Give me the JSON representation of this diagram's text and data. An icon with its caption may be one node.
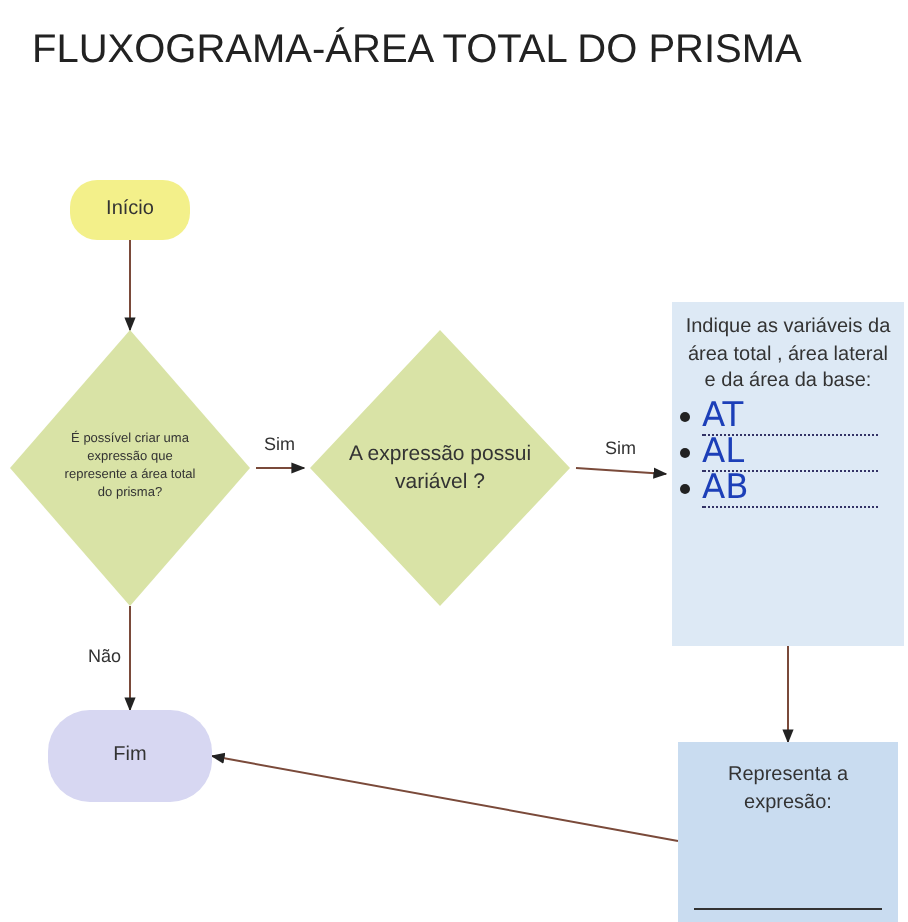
{
  "diagram": {
    "title": "FLUXOGRAMA-ÁREA TOTAL DO PRISMA",
    "nodes": [
      {
        "text": [
          "Início"
        ]
      },
      {
        "text": [
          "É possível criar uma expressão que represente a área total do prisma?"
        ]
      },
      {
        "text": [
          "A expressão possui variável ?"
        ]
      },
      {
        "text": [
          "Indique as variáveis da área total , área lateral e da área da base:",
          "AT",
          "AL",
          "AB"
        ]
      },
      {
        "text": [
          "Fim"
        ]
      },
      {
        "text": [
          "Representa a expresão:"
        ]
      }
    ],
    "edges": [
      {
        "from": 0,
        "to": 1,
        "arrow": "to"
      },
      {
        "from": 1,
        "to": 2,
        "arrow": "to",
        "label": "Sim"
      },
      {
        "from": 2,
        "to": 3,
        "arrow": "to",
        "label": "Sim"
      },
      {
        "from": 1,
        "to": 4,
        "arrow": "to",
        "label": "Não"
      },
      {
        "from": 3,
        "to": 5,
        "arrow": "to"
      },
      {
        "from": 5,
        "to": 4,
        "arrow": "to"
      }
    ]
  }
}
